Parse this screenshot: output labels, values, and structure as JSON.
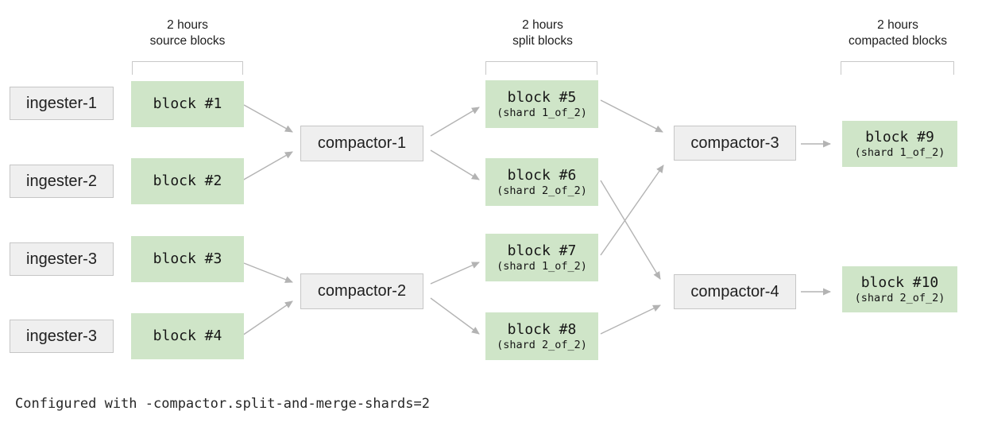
{
  "headers": {
    "source": {
      "line1": "2 hours",
      "line2": "source blocks"
    },
    "split": {
      "line1": "2 hours",
      "line2": "split blocks"
    },
    "compacted": {
      "line1": "2 hours",
      "line2": "compacted blocks"
    }
  },
  "ingesters": [
    {
      "label": "ingester-1"
    },
    {
      "label": "ingester-2"
    },
    {
      "label": "ingester-3"
    },
    {
      "label": "ingester-3"
    }
  ],
  "source_blocks": [
    {
      "label": "block #1"
    },
    {
      "label": "block #2"
    },
    {
      "label": "block #3"
    },
    {
      "label": "block #4"
    }
  ],
  "compactors": [
    {
      "label": "compactor-1"
    },
    {
      "label": "compactor-2"
    },
    {
      "label": "compactor-3"
    },
    {
      "label": "compactor-4"
    }
  ],
  "split_blocks": [
    {
      "label": "block #5",
      "shard": "(shard 1_of_2)"
    },
    {
      "label": "block #6",
      "shard": "(shard 2_of_2)"
    },
    {
      "label": "block #7",
      "shard": "(shard 1_of_2)"
    },
    {
      "label": "block #8",
      "shard": "(shard 2_of_2)"
    }
  ],
  "compacted_blocks": [
    {
      "label": "block #9",
      "shard": "(shard 1_of_2)"
    },
    {
      "label": "block #10",
      "shard": "(shard 2_of_2)"
    }
  ],
  "caption": "Configured with -compactor.split-and-merge-shards=2",
  "colors": {
    "block_fill": "#cfe5c8",
    "node_fill": "#efefef",
    "node_border": "#c6c6c6",
    "bracket": "#c8c8c8",
    "arrow": "#b3b3b3",
    "text": "#202020"
  }
}
